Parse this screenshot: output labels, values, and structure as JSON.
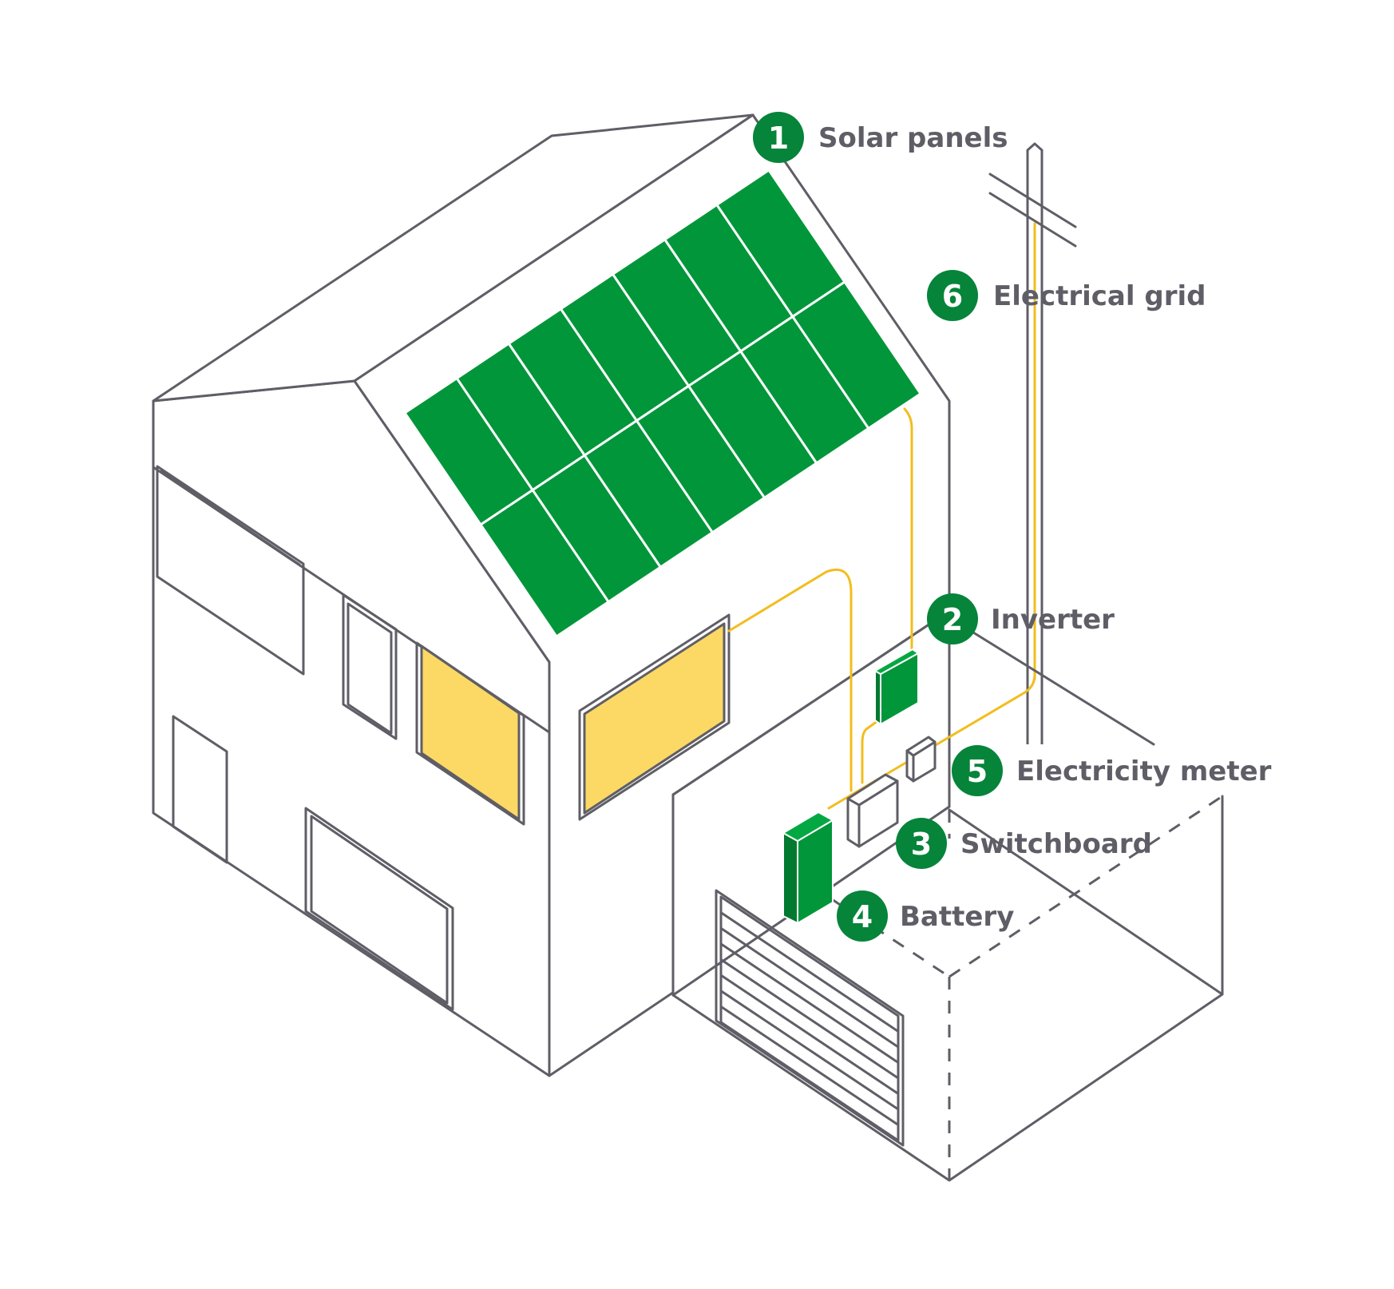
{
  "colors": {
    "panel_green": "#02963a",
    "badge_green": "#05843a",
    "wire_yellow": "#f2bd1d",
    "window_yellow": "#fcd964",
    "outline_gray": "#5f5e66"
  },
  "callouts": [
    {
      "number": "1",
      "label": "Solar panels"
    },
    {
      "number": "2",
      "label": "Inverter"
    },
    {
      "number": "3",
      "label": "Switchboard"
    },
    {
      "number": "4",
      "label": "Battery"
    },
    {
      "number": "5",
      "label": "Electricity meter"
    },
    {
      "number": "6",
      "label": "Electrical grid"
    }
  ]
}
